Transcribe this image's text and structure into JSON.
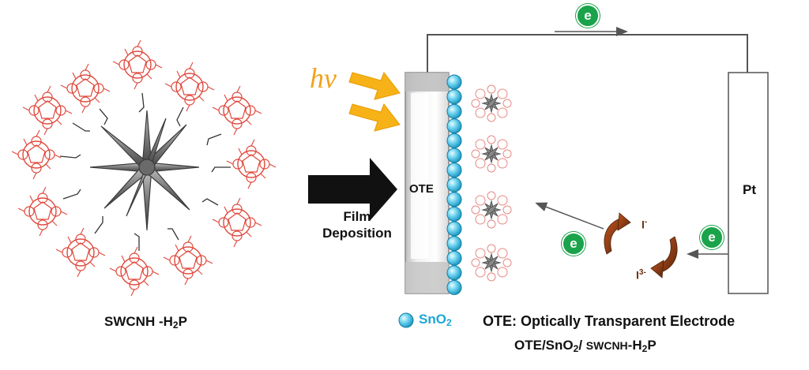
{
  "colors": {
    "porphyrin": "#e0483c",
    "nanohorn": "#6d6d6d",
    "sno2": "#1ba8d6",
    "light_arrow": "#f7b217",
    "electron": "#1aa34a",
    "redox_arrow": "#7a3412",
    "circuit": "#555555"
  },
  "left": {
    "caption_main": "SWCNH",
    "caption_dash": "-",
    "caption_h": "H",
    "caption_sub": "2",
    "caption_p": "P"
  },
  "process": {
    "line1": "Film",
    "line2": "Deposition"
  },
  "device": {
    "light_label": "hν",
    "ote_label": "OTE",
    "counter_electrode": "Pt",
    "electron_label": "e",
    "iodide": "I",
    "iodide_charge": "-",
    "triiodide": "I",
    "triiodide_charge": "3-"
  },
  "legend": {
    "sno2_main": "SnO",
    "sno2_sub": "2",
    "ote_definition": "OTE: Optically Transparent Electrode",
    "caption_ote": "OTE/SnO",
    "caption_sub2": "2",
    "caption_slash": "/",
    "caption_swcnh": "SWCNH",
    "caption_tail": "-H",
    "caption_sub3": "2",
    "caption_p": "P"
  },
  "icons": {
    "porphyrin": "porphyrin-molecule-icon",
    "nanohorn": "nanohorn-aggregate-icon",
    "sno2": "sno2-sphere-icon",
    "electron": "electron-badge-icon"
  }
}
